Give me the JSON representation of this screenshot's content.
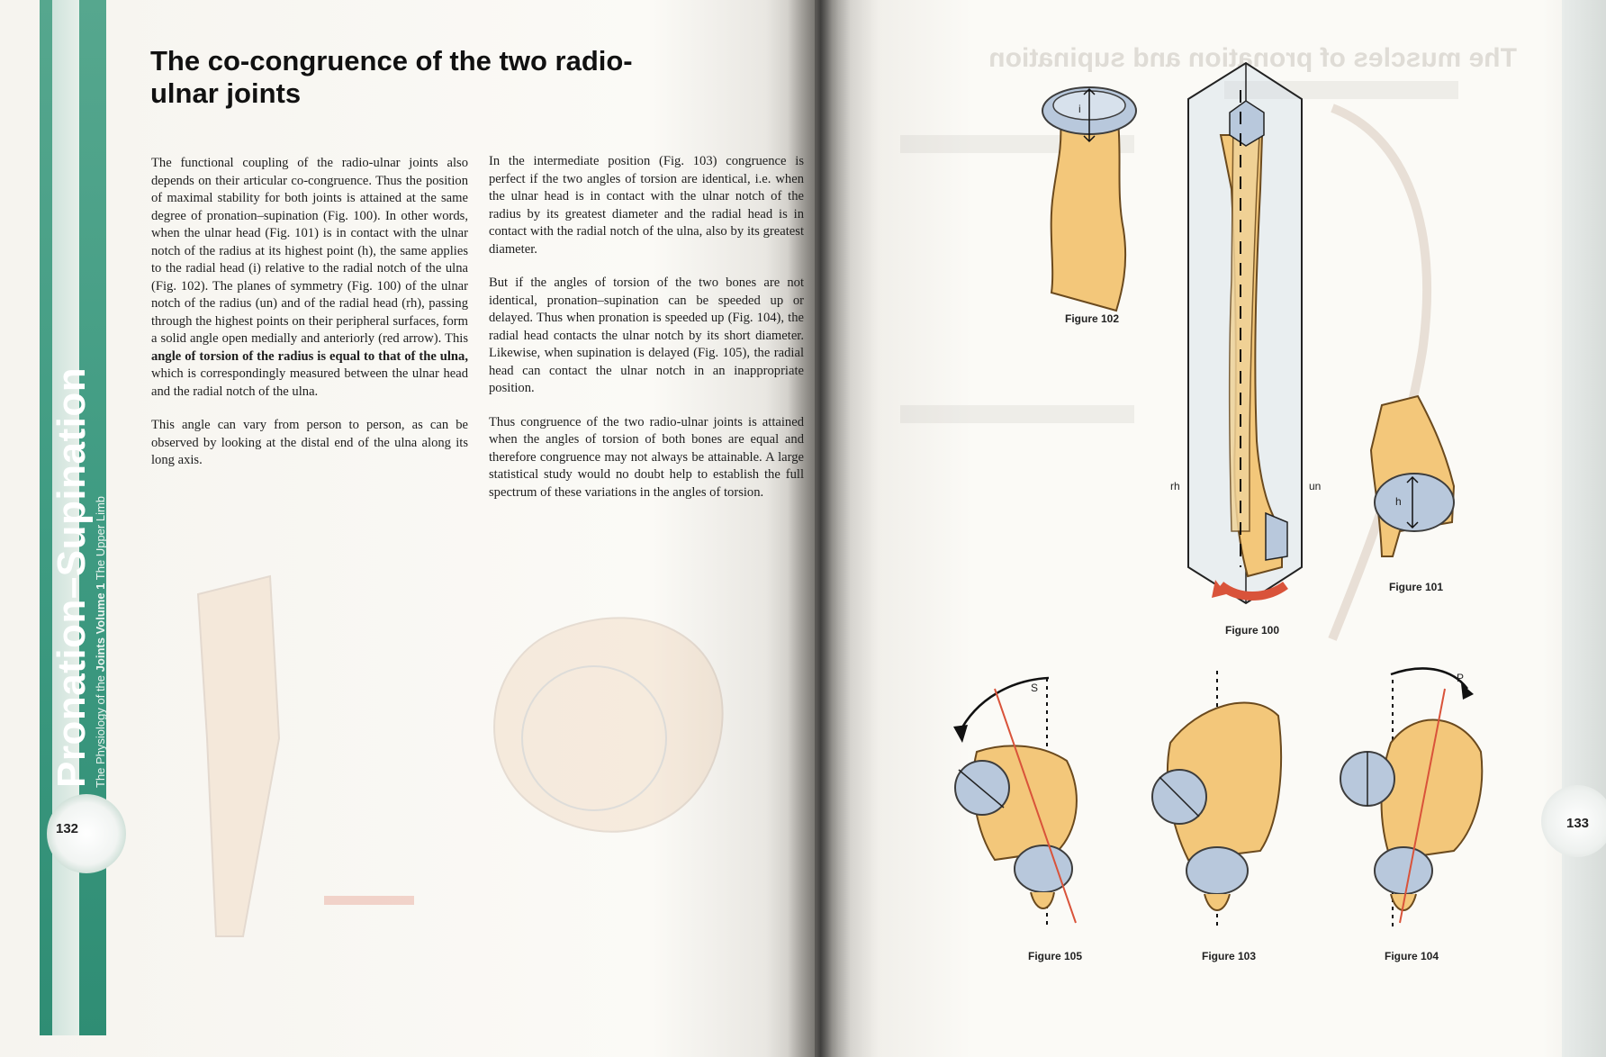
{
  "left_page": {
    "heading": "The co-congruence of the two radio-ulnar joints",
    "spine_title": "Pronation–Supination",
    "spine_subtitle_book": "The Physiology of the",
    "spine_subtitle_joints": "Joints",
    "spine_subtitle_volume": "Volume 1",
    "spine_subtitle_limb": "The Upper Limb",
    "page_number": "132",
    "column_1": {
      "p1_a": "The functional coupling of the radio-ulnar joints also depends on their articular co-congruence. Thus the position of maximal stability for both joints is attained at the same degree of pronation–supination (Fig. 100). In other words, when the ulnar head (Fig. 101) is in contact with the ulnar notch of the radius at its highest point (h), the same applies to the radial head (i) relative to the radial notch of the ulna (Fig. 102). The planes of symmetry (Fig. 100) of the ulnar notch of the radius (un) and of the radial head (rh), passing through the highest points on their peripheral surfaces, form a solid angle open medially and anteriorly (red arrow). This ",
      "p1_bold": "angle of torsion of the radius is equal to that of the ulna,",
      "p1_b": " which is correspondingly measured between the ulnar head and the radial notch of the ulna.",
      "p2": "This angle can vary from person to person, as can be observed by looking at the distal end of the ulna along its long axis."
    },
    "column_2": {
      "p1": "In the intermediate position (Fig. 103) congruence is perfect if the two angles of torsion are identical, i.e. when the ulnar head is in contact with the ulnar notch of the radius by its greatest diameter and the radial head is in contact with the radial notch of the ulna, also by its greatest diameter.",
      "p2": "But if the angles of torsion of the two bones are not identical, pronation–supination can be speeded up or delayed. Thus when pronation is speeded up (Fig. 104), the radial head contacts the ulnar notch by its short diameter. Likewise, when supination is delayed (Fig. 105), the radial head can contact the ulnar notch in an inappropriate position.",
      "p3": "Thus congruence of the two radio-ulnar joints is attained when the angles of torsion of both bones are equal and therefore congruence may not always be attainable. A large statistical study would no doubt help to establish the full spectrum of these variations in the angles of torsion."
    }
  },
  "right_page": {
    "page_number": "133",
    "show_through_heading": "The muscles of pronation and supination",
    "figures": {
      "fig102": "Figure 102",
      "fig100": "Figure 100",
      "fig101": "Figure 101",
      "fig105": "Figure 105",
      "fig103": "Figure 103",
      "fig104": "Figure 104"
    },
    "labels": {
      "i": "i",
      "h": "h",
      "rh": "rh",
      "un": "un",
      "s": "S",
      "p": "P"
    }
  },
  "colors": {
    "spine_green": "#3f9b82",
    "bone_fill": "#f3c77a",
    "bone_stroke": "#6b4a1e",
    "cartilage_blue": "#b8c8dc",
    "arrow_red": "#d9533a"
  }
}
